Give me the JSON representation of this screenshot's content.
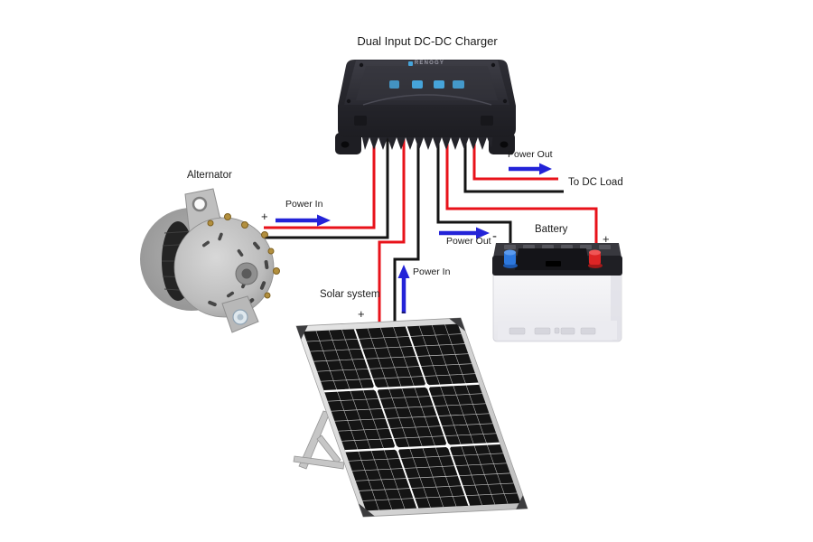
{
  "labels": {
    "title": "Dual Input DC-DC Charger",
    "alternator": "Alternator",
    "solar_system": "Solar system",
    "battery": "Battery",
    "to_dc_load": "To DC Load",
    "brand": "RENOGY"
  },
  "flows": {
    "alternator_power_in": "Power In",
    "solar_power_in": "Power In",
    "battery_power_out": "Power Out",
    "dc_load_power_out": "Power Out"
  },
  "symbols": {
    "plus": "+",
    "minus": "-"
  },
  "colors": {
    "wire-red": "#e8121a",
    "wire-black": "#141414",
    "arrow-blue": "#2323d8",
    "led-blue": "#46a4da",
    "terminal-blue": "#2d78dd",
    "terminal-red": "#dd2525",
    "label-ink": "#1b1b1b"
  }
}
